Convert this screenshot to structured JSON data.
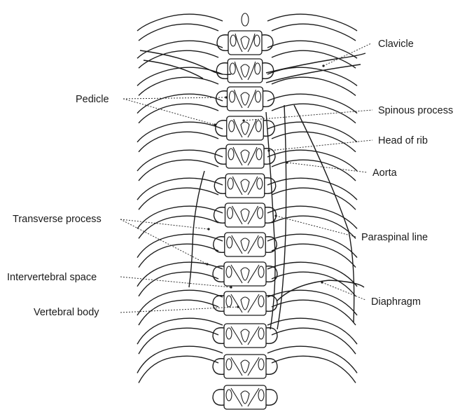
{
  "labels": {
    "clavicle": "Clavicle",
    "pedicle": "Pedicle",
    "spinous_process": "Spinous process",
    "head_of_rib": "Head of rib",
    "aorta": "Aorta",
    "transverse_process": "Transverse process",
    "paraspinal_line": "Paraspinal line",
    "intervertebral_space": "Intervertebral space",
    "diaphragm": "Diaphragm",
    "vertebral_body": "Vertebral body"
  }
}
